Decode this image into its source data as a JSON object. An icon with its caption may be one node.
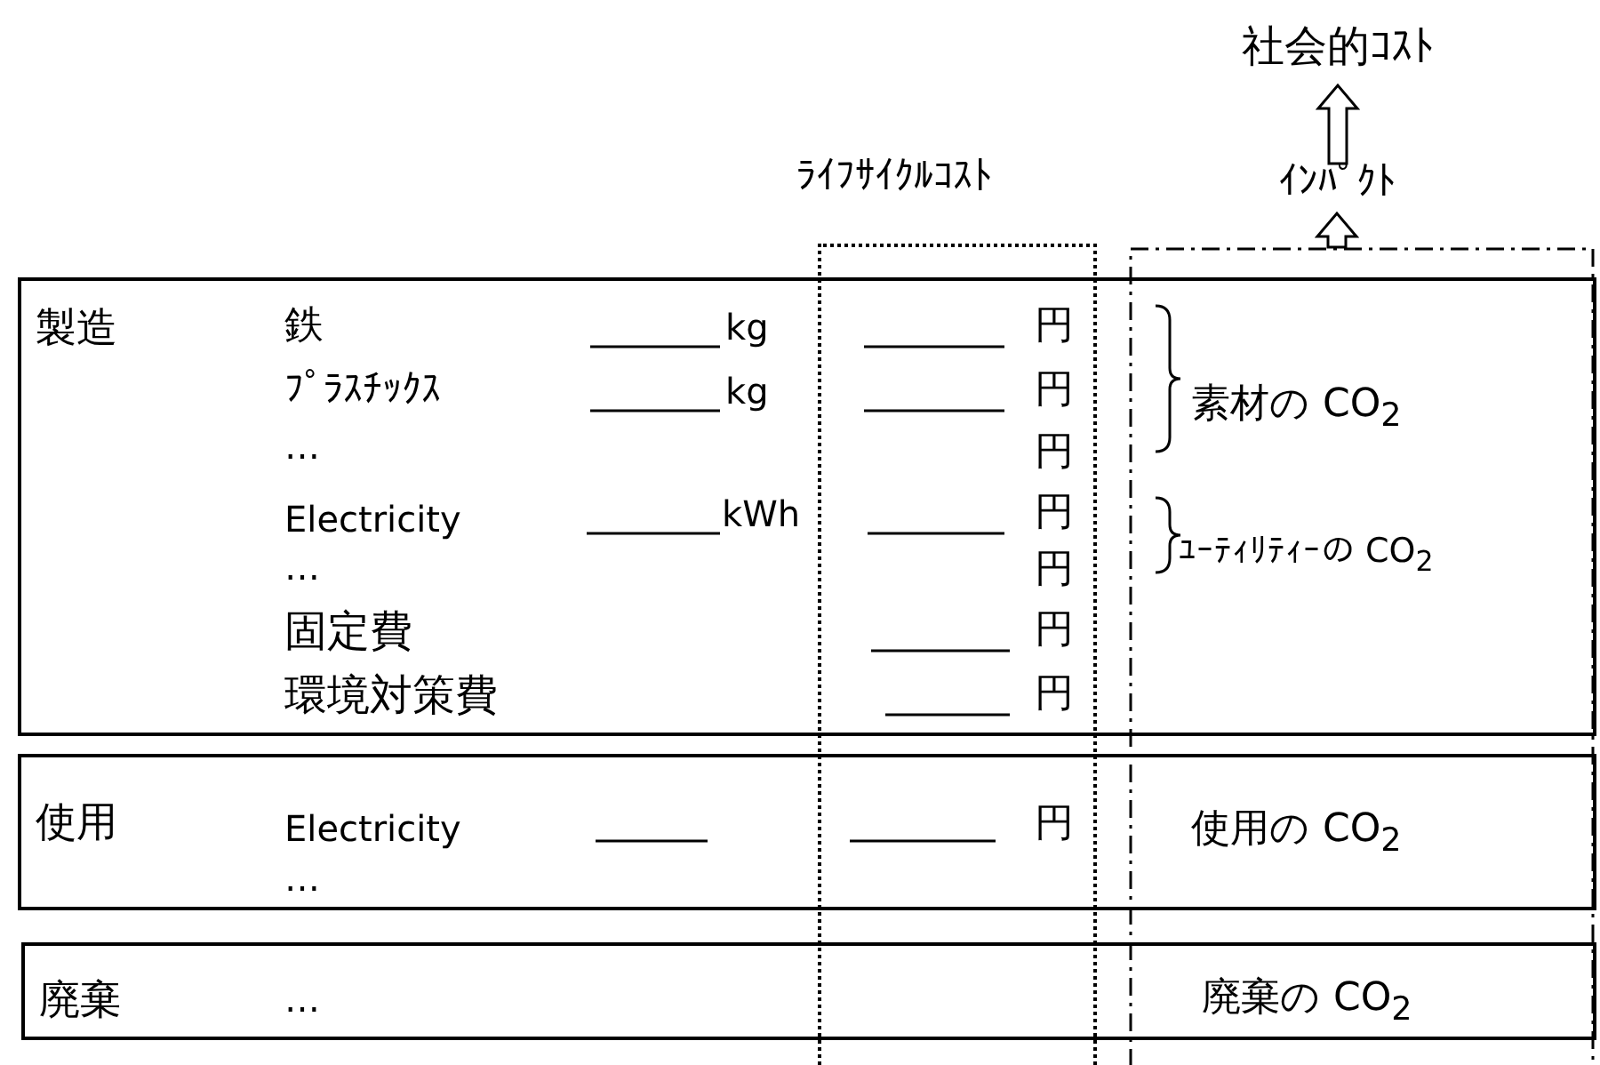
{
  "diagram": {
    "nodes": [
      {
        "text": [
          "製造"
        ]
      },
      {
        "text": [
          "使用"
        ]
      },
      {
        "text": [
          "廃棄"
        ]
      },
      {
        "text": [
          "ﾗｲﾌｻｲｸﾙｺｽﾄ"
        ]
      },
      {
        "text": [],
        "shape": "box"
      },
      {
        "text": [
          "ｲﾝﾊﾟｸﾄ"
        ]
      },
      {
        "text": [
          "社会的ｺｽﾄ"
        ]
      }
    ],
    "edges": [
      {
        "from": 4,
        "to": 5,
        "arrow": "to"
      },
      {
        "from": 5,
        "to": 6,
        "arrow": "to"
      }
    ],
    "labels": [
      "鉄",
      "kg",
      "円",
      "ﾌﾟﾗｽﾁｯｸｽ",
      "kg",
      "円",
      "素材の CO$_{2}$",
      "…",
      "円",
      "Electricity",
      "kWh",
      "円",
      "ﾕｰﾃｨﾘﾃｨｰの CO$_{2}$",
      "…",
      "円",
      "固定費",
      "円",
      "環境対策費",
      "円",
      "Electricity",
      "円",
      "使用の CO$_{2}$",
      "…",
      "…",
      "廃棄の CO$_{2}$"
    ]
  }
}
